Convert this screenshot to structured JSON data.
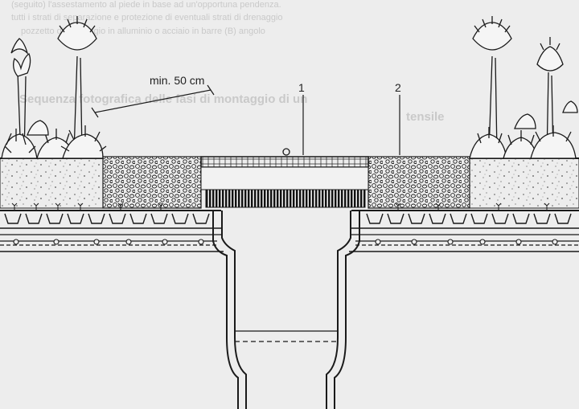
{
  "background_text": {
    "line1": "(seguito) l'assestamento al piede in base ad un'opportuna pendenza.",
    "line2": "tutti i strati di separazione e protezione di eventuali strati di drenaggio",
    "line3": "pozzetto di drenaggio in alluminio o acciaio in barre (B) angolo",
    "heading": "Sequenza fotografica delle fasi di montaggio di un",
    "heading2": "tensile"
  },
  "dimension_label": "min. 50 cm",
  "callouts": [
    "1",
    "2"
  ],
  "colors": {
    "paper": "#ededed",
    "ink": "#1a1a1a",
    "faded_text": "#c9c9c9"
  }
}
